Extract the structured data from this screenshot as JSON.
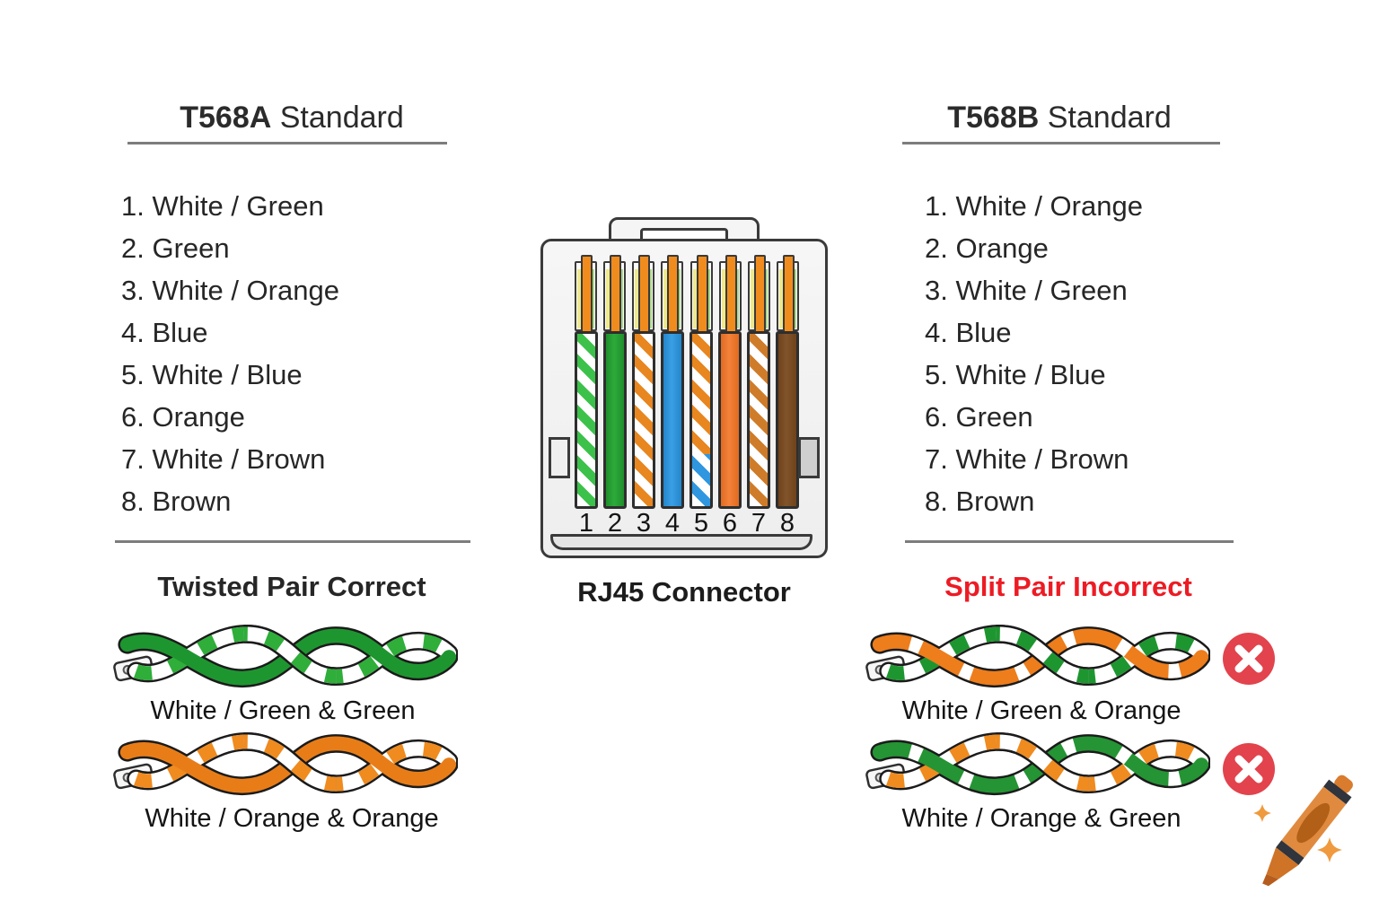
{
  "t568a": {
    "title_code": "T568A",
    "title_word": "Standard",
    "items": [
      "1. White / Green",
      "2. Green",
      "3. White / Orange",
      "4. Blue",
      "5. White / Blue",
      "6. Orange",
      "7. White / Brown",
      "8. Brown"
    ]
  },
  "t568b": {
    "title_code": "T568B",
    "title_word": "Standard",
    "items": [
      "1. White / Orange",
      "2. Orange",
      "3. White / Green",
      "4. Blue",
      "5. White / Blue",
      "6. Green",
      "7. White / Brown",
      "8. Brown"
    ]
  },
  "connector": {
    "label": "RJ45 Connector",
    "pins": [
      "1",
      "2",
      "3",
      "4",
      "5",
      "6",
      "7",
      "8"
    ],
    "wire_order": [
      "White / Green",
      "Green",
      "White / Orange",
      "Blue",
      "White / Blue",
      "Orange",
      "White / Brown",
      "Brown"
    ]
  },
  "correct": {
    "title": "Twisted Pair Correct",
    "pair1_label": "White / Green & Green",
    "pair2_label": "White / Orange & Orange"
  },
  "incorrect": {
    "title": "Split Pair Incorrect",
    "pair1_label": "White / Green & Orange",
    "pair2_label": "White / Orange & Green"
  },
  "icons": {
    "error_badge": "x-circle",
    "watermark": "crayon"
  },
  "colors": {
    "green": "#2aa238",
    "light_green_stripe": "#3cc24a",
    "orange": "#ef7d23",
    "blue": "#3096dd",
    "brown": "#7a4a21",
    "incorrect_red": "#ed1b24",
    "badge_red": "#e2434c",
    "text": "#262626",
    "rule_gray": "#7d7d7d",
    "connector_body": "#f3f3f3"
  }
}
